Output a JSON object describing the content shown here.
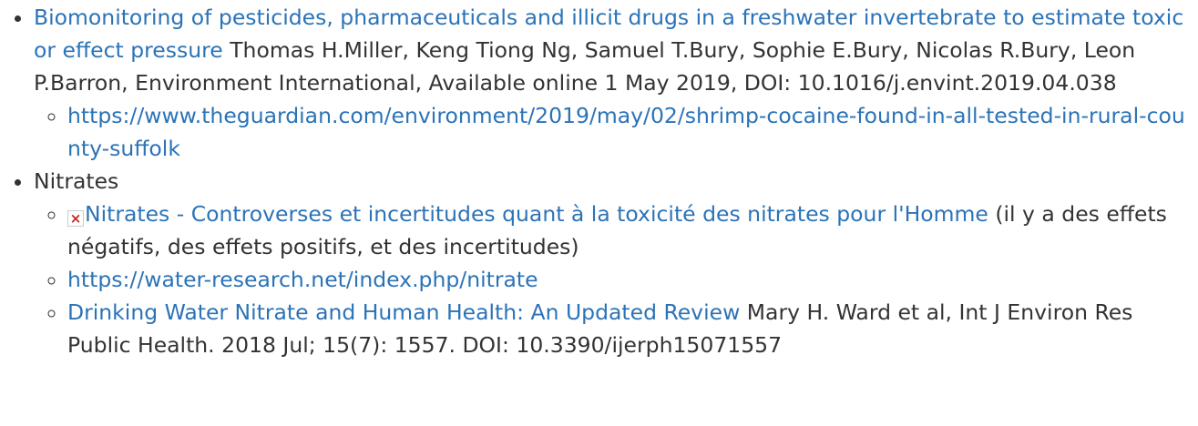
{
  "items": [
    {
      "link_text": "Biomonitoring of pesticides, pharmaceuticals and illicit drugs in a freshwater invertebrate to estimate toxic or effect pressure",
      "citation": " Thomas H.Miller, Keng Tiong Ng, Samuel T.Bury, Sophie E.Bury, Nicolas R.Bury, Leon P.Barron, Environment International, Available online 1 May 2019, DOI: 10.1016/j.envint.2019.04.038",
      "sub": [
        {
          "url": "https://www.theguardian.com/environment/2019/may/02/shrimp-cocaine-found-in-all-tested-in-rural-county-suffolk"
        }
      ]
    },
    {
      "label": "Nitrates",
      "sub": [
        {
          "link_text": "Nitrates - Controverses et incertitudes quant à la toxicité des nitrates pour l'Homme",
          "note": " (il y a des effets négatifs, des effets positifs, et des incertitudes)",
          "icon": "broken-image-icon"
        },
        {
          "url": "https://water-research.net/index.php/nitrate"
        },
        {
          "link_text": "Drinking Water Nitrate and Human Health: An Updated Review",
          "citation": " Mary H. Ward et al, Int J Environ Res Public Health. 2018 Jul; 15(7): 1557. DOI: 10.3390/ijerph15071557"
        }
      ]
    }
  ],
  "colors": {
    "link": "#2b73b7",
    "text": "#333333"
  }
}
